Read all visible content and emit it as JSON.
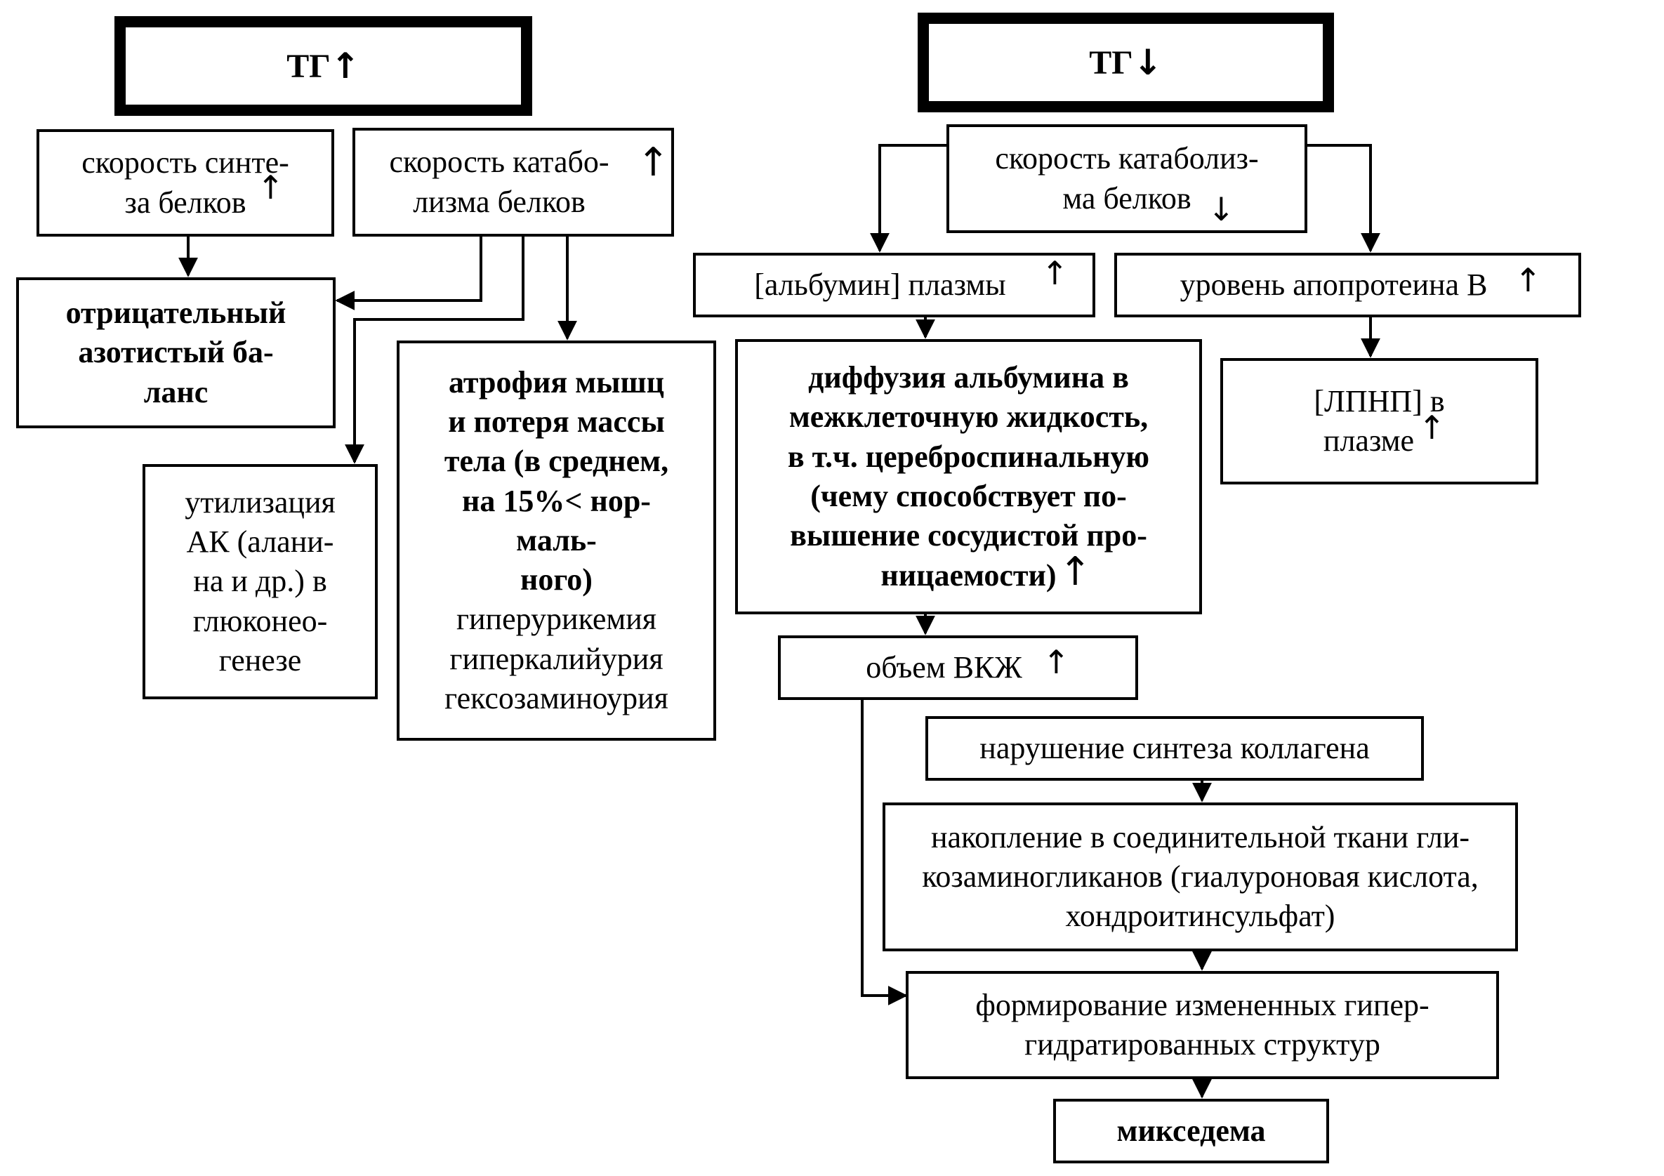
{
  "left_header": "ТГ",
  "right_header": "ТГ",
  "synth": [
    "скорость синте-",
    "за белков"
  ],
  "catab_up": [
    "скорость катабо-",
    "лизма белков"
  ],
  "neg_nitrogen": [
    "отрицательный",
    "азотистый ба-",
    "ланс"
  ],
  "aa_util": [
    "утилизация",
    "АК (алани-",
    "на и др.) в",
    "глюконео-",
    "генезе"
  ],
  "atrophy_bold": [
    "атрофия мышц",
    "и потеря массы",
    "тела (в среднем,",
    "на 15%< нор-",
    "маль-",
    "ного)"
  ],
  "atrophy_plain": [
    "гиперурикемия",
    "гиперкалийурия",
    "гексозаминоурия"
  ],
  "catab_down": [
    "скорость катаболиз-",
    "ма белков"
  ],
  "albumin": "[альбумин] плазмы",
  "apoB": "уровень апопротеина В",
  "diffusion": [
    "диффузия альбумина в",
    "межклеточную жидкость,",
    "в т.ч. цереброспинальную",
    "(чему способствует по-",
    "вышение сосудистой про-",
    "ницаемости)"
  ],
  "ldl": [
    "[ЛПНП] в",
    "плазме"
  ],
  "vkzh": "объем ВКЖ",
  "collagen": "нарушение синтеза коллагена",
  "gag": [
    "накопление в соединительной ткани гли-",
    "козаминогликанов (гиалуроновая кислота,",
    "хондроитинсульфат)"
  ],
  "hyper": [
    "формирование измененных гипер-",
    "гидратированных структур"
  ],
  "myxedema": "микседема",
  "arrows": {
    "up": "↑",
    "down": "↓"
  }
}
